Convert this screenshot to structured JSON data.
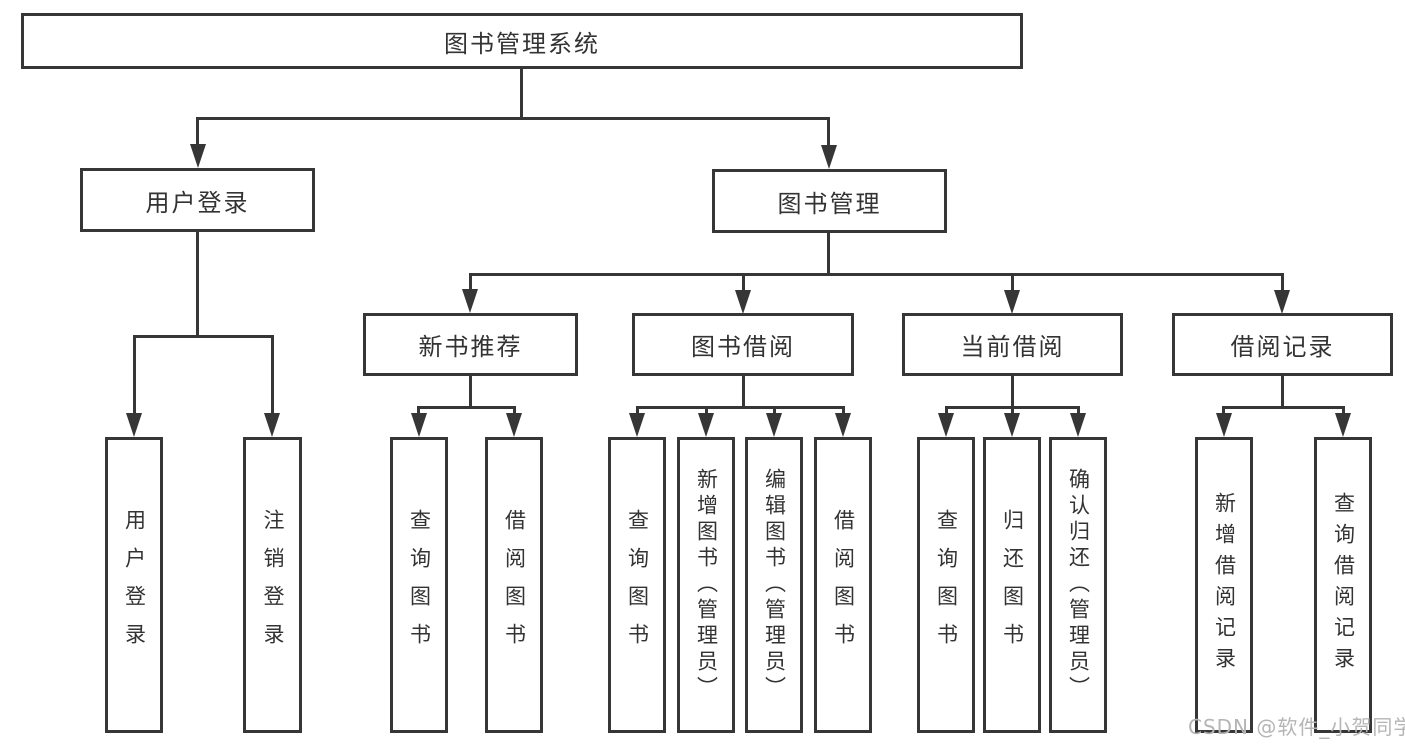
{
  "diagram": {
    "root": {
      "label": "图书管理系统"
    },
    "branches": {
      "user_login": {
        "label": "用户登录",
        "children": [
          {
            "label": "用户登录"
          },
          {
            "label": "注销登录"
          }
        ]
      },
      "book_management": {
        "label": "图书管理",
        "children": [
          {
            "label": "新书推荐",
            "children": [
              {
                "label": "查询图书"
              },
              {
                "label": "借阅图书"
              }
            ]
          },
          {
            "label": "图书借阅",
            "children": [
              {
                "label": "查询图书"
              },
              {
                "label": "新增图书（管理员）"
              },
              {
                "label": "编辑图书（管理员）"
              },
              {
                "label": "借阅图书"
              }
            ]
          },
          {
            "label": "当前借阅",
            "children": [
              {
                "label": "查询图书"
              },
              {
                "label": "归还图书"
              },
              {
                "label": "确认归还（管理员）"
              }
            ]
          },
          {
            "label": "借阅记录",
            "children": [
              {
                "label": "新增借阅记录"
              },
              {
                "label": "查询借阅记录"
              }
            ]
          }
        ]
      }
    },
    "line_color": "#363636",
    "text_color": "#333333"
  },
  "watermark": {
    "text": "CSDN @软件_小贺同学"
  }
}
